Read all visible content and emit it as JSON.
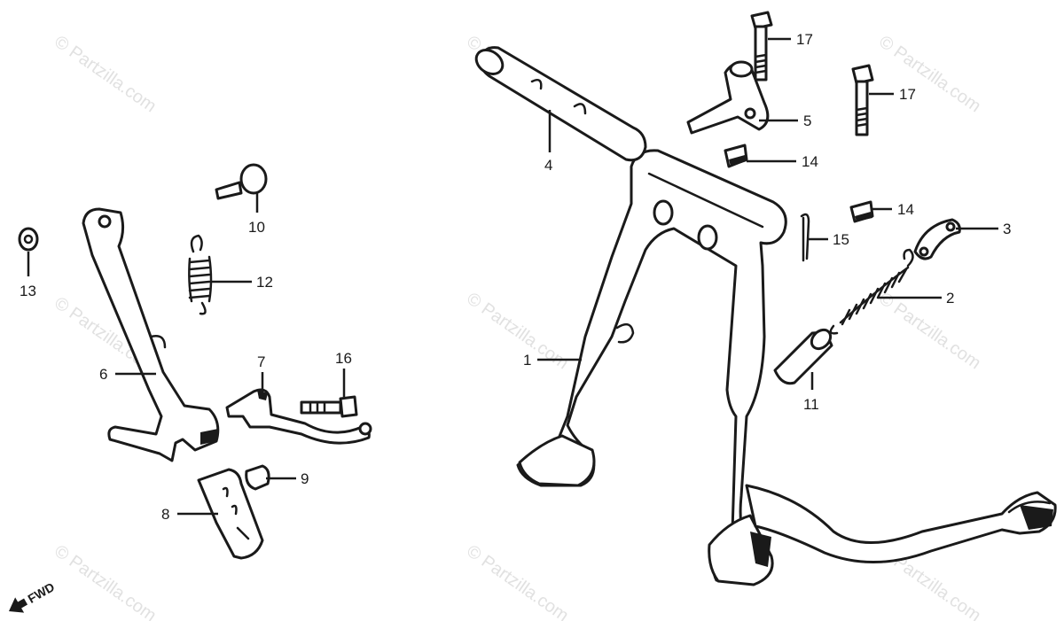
{
  "diagram": {
    "callouts": [
      "1",
      "2",
      "3",
      "4",
      "5",
      "6",
      "7",
      "8",
      "9",
      "10",
      "11",
      "12",
      "13",
      "14",
      "14",
      "15",
      "16",
      "17",
      "17"
    ],
    "direction_label": "FWD",
    "watermark": "© Partzilla.com"
  }
}
